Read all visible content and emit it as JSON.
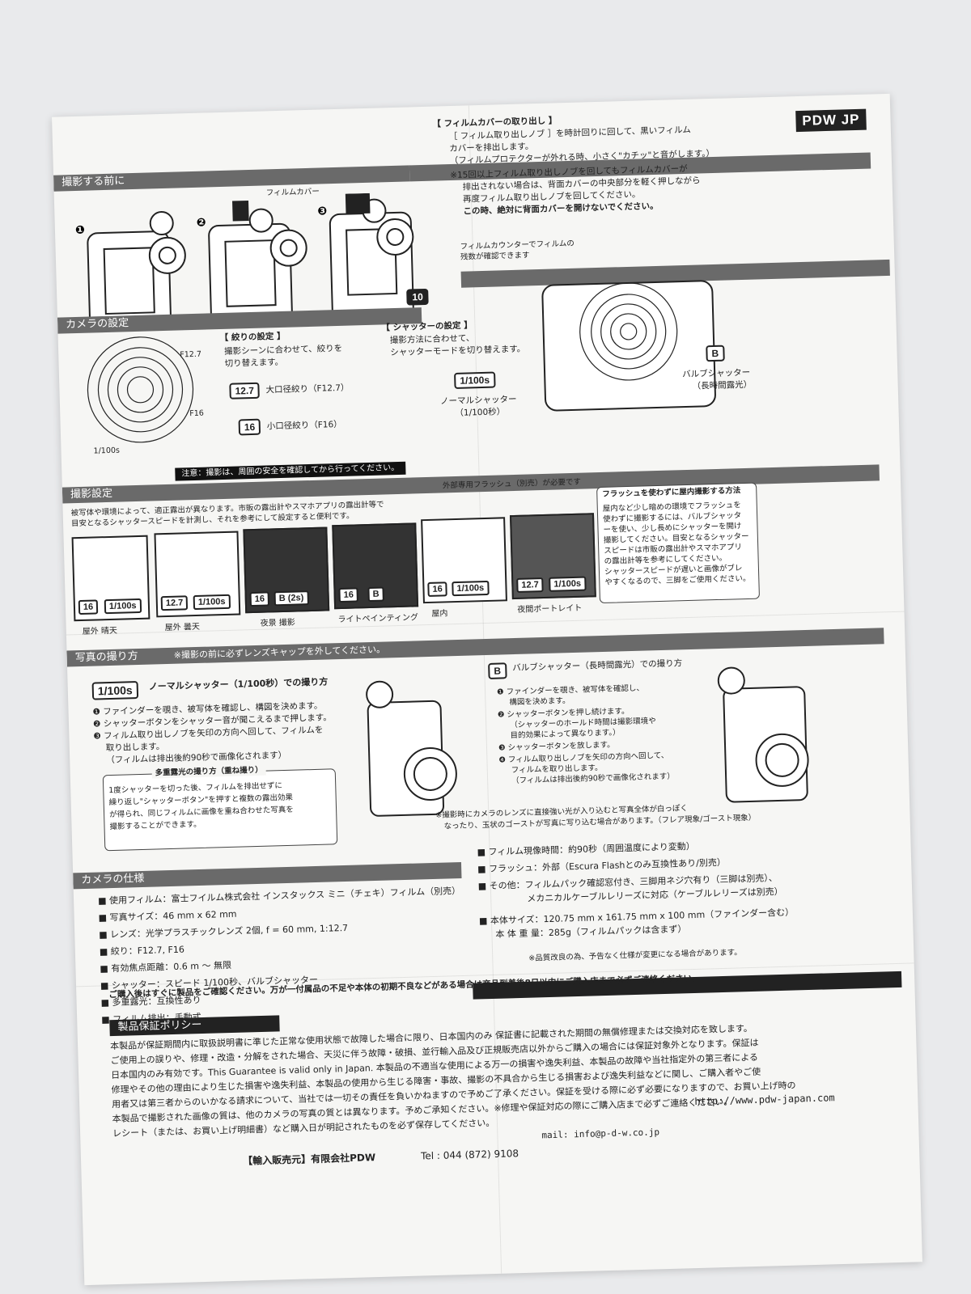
{
  "brand": "PDW JP",
  "sec1": {
    "title": "撮影する前に",
    "film_cover_label": "フィルムカバー",
    "counter": "10",
    "head": "【 フィルムカバーの取り出し 】",
    "lines": [
      "［ フィルム取り出しノブ ］を時計回りに回して、黒いフィルム",
      "カバーを排出します。",
      "（フィルムプロテクターが外れる時、小さく\"カチッ\"と音がします。）",
      "※15回以上フィルム取り出しノブを回してもフィルムカバーが",
      "排出されない場合は、背面カバーの中央部分を軽く押しながら",
      "再度フィルム取り出しノブを回してください。",
      "この時、絶対に背面カバーを開けないでください。"
    ],
    "counter_note": [
      "フィルムカウンターでフィルムの",
      "残数が確認できます"
    ]
  },
  "sec2": {
    "title": "カメラの設定",
    "aperture_head": "【 絞りの設定 】",
    "aperture_lines": [
      "撮影シーンに合わせて、絞りを",
      "切り替えます。"
    ],
    "ap1_chip": "12.7",
    "ap1_text": "大口径絞り（F12.7）",
    "ap2_chip": "16",
    "ap2_text": "小口径絞り（F16）",
    "shutter_head": "【 シャッターの設定 】",
    "shutter_lines": [
      "撮影方法に合わせて、",
      "シャッターモードを切り替えます。"
    ],
    "normal_chip": "1/100s",
    "normal_text": "ノーマルシャッター",
    "normal_sub": "（1/100秒）",
    "bulb_chip": "B",
    "bulb_text": "バルブシャッター",
    "bulb_sub": "（長時間露光）",
    "lens_f127": "F12.7",
    "lens_f16": "F16",
    "lens_100s": "1/100s"
  },
  "sec3": {
    "caution": "注意：撮影は、周囲の安全を確認してから行ってください。",
    "title": "撮影設定",
    "intro": [
      "被写体や環境によって、適正露出が異なります。市販の露出計やスマホアプリの露出計等で",
      "目安となるシャッタースピードを計測し、それを参考にして設定すると便利です。"
    ],
    "flash_note": "外部専用フラッシュ（別売）が必要です",
    "scenes": [
      {
        "chips": [
          "16",
          "1/100s"
        ],
        "caption": "屋外 晴天"
      },
      {
        "chips": [
          "12.7",
          "1/100s"
        ],
        "caption": "屋外 曇天"
      },
      {
        "chips": [
          "16",
          "B (2s)"
        ],
        "caption": "夜景 撮影"
      },
      {
        "chips": [
          "16",
          "B"
        ],
        "caption": "ライトペインティング"
      },
      {
        "chips": [
          "16",
          "1/100s"
        ],
        "caption": "屋内"
      },
      {
        "chips": [
          "12.7",
          "1/100s"
        ],
        "caption": "夜間ポートレイト"
      }
    ],
    "side_title": "フラッシュを使わずに屋内撮影する方法",
    "side_lines": [
      "屋内など少し暗めの環境でフラッシュを",
      "使わずに撮影するには、バルブシャッタ",
      "ーを使い、少し長めにシャッターを開け",
      "撮影してください。目安となるシャッター",
      "スピードは市販の露出計やスマホアプリ",
      "の露出計等を参考にしてください。",
      "シャッタースピードが遅いと画像がブレ",
      "やすくなるので、三脚をご使用ください。"
    ]
  },
  "sec4": {
    "title": "写真の撮り方",
    "note": "※撮影の前に必ずレンズキャップを外してください。",
    "normal_chip": "1/100s",
    "normal_head": "ノーマルシャッター（1/100秒）での撮り方",
    "normal_steps": [
      "❶ ファインダーを覗き、被写体を確認し、構図を決めます。",
      "❷ シャッターボタンをシャッター音が聞こえるまで押します。",
      "❸ フィルム取り出しノブを矢印の方向へ回して、フィルムを",
      "取り出します。",
      "（フィルムは排出後約90秒で画像化されます）"
    ],
    "multi_title": "多重露光の撮り方（重ね撮り）",
    "multi_lines": [
      "1度シャッターを切った後、フィルムを排出せずに",
      "繰り返し\"シャッターボタン\"を押すと複数の露出効果",
      "が得られ、同じフィルムに画像を重ね合わせた写真を",
      "撮影することができます。"
    ],
    "bulb_chip": "B",
    "bulb_head": "バルブシャッター（長時間露光）での撮り方",
    "bulb_steps": [
      "❶ ファインダーを覗き、被写体を確認し、",
      "構図を決めます。",
      "❷ シャッターボタンを押し続けます。",
      "（シャッターのホールド時間は撮影環境や",
      "目的効果によって異なります。）",
      "❸ シャッターボタンを放します。",
      "❹ フィルム取り出しノブを矢印の方向へ回して、",
      "フィルムを取り出します。",
      "（フィルムは排出後約90秒で画像化されます）"
    ],
    "flare": [
      "※撮影時にカメラのレンズに直接強い光が入り込むと写真全体が白っぽく",
      "なったり、玉状のゴーストが写真に写り込む場合があります。（フレア現象/ゴースト現象）"
    ]
  },
  "sec5": {
    "title": "カメラの仕様",
    "left": [
      "使用フィルム：富士フイルム株式会社 インスタックス ミニ（チェキ）フィルム（別売）",
      "写真サイズ：46 mm x 62 mm",
      "レンズ：光学プラスチックレンズ 2個, f = 60 mm, 1:12.7",
      "絞り：F12.7, F16",
      "有効焦点距離：0.6 m 〜 無限",
      "シャッター：スピード 1/100秒、バルブシャッター",
      "多重露光：互換性あり",
      "フィルム排出：手動式"
    ],
    "right": [
      "フィルム現像時間：約90秒（周囲温度により変動）",
      "フラッシュ：外部（Escura Flashとのみ互換性あり/別売）",
      "その他：フィルムパック確認窓付き、三脚用ネジ穴有り（三脚は別売）、",
      "メカニカルケーブルレリーズに対応（ケーブルレリーズは別売）",
      "本体サイズ：120.75 mm x 161.75 mm x 100 mm（ファインダー含む）",
      "本 体 重 量：285g（フィルムパックは含まず）"
    ],
    "note": "※品質改良の為、予告なく仕様が変更になる場合があります。"
  },
  "sec6": {
    "top_line": "ご購入後はすぐに製品をご確認ください。万が一付属品の不足や本体の初期不良などがある場合は商品到着後8日以内にご購入店まで必ずご連絡ください。",
    "title": "製品保証ポリシー",
    "lines": [
      "本製品が保証期間内に取扱説明書に準じた正常な使用状態で故障した場合に限り、日本国内のみ 保証書に記載された期間の無償修理または交換対応を致します。",
      "ご使用上の誤りや、修理・改造・分解をされた場合、天災に伴う故障・破損、並行輸入品及び正規販売店以外からご購入の場合には保証対象外となります。保証は",
      "日本国内のみ有効です。This Guarantee is valid only in Japan. 本製品の不適当な使用による万一の損害や逸失利益、本製品の故障や当社指定外の第三者による",
      "修理やその他の理由により生じた損害や逸失利益、本製品の使用から生じる障害・事故、撮影の不具合から生じる損害および逸失利益などに関し、ご購入者やご使",
      "用者又は第三者からのいかなる請求について、当社では一切その責任を負いかねますので予めご了承ください。保証を受ける際に必ず必要になりますので、お買い上げ時の",
      "本製品で撮影された画像の質は、他のカメラの写真の質とは異なります。予めご承知ください。※修理や保証対応の際にご購入店まで必ずご連絡ください。",
      "レシート（または、お買い上げ明細書）など購入日が明記されたものを必ず保存してください。"
    ],
    "url": "http://www.pdw-japan.com",
    "mail": "mail: info@p-d-w.co.jp",
    "tel": "Tel : 044 (872) 9108",
    "seller": "【輸入販売元】有限会社PDW"
  }
}
